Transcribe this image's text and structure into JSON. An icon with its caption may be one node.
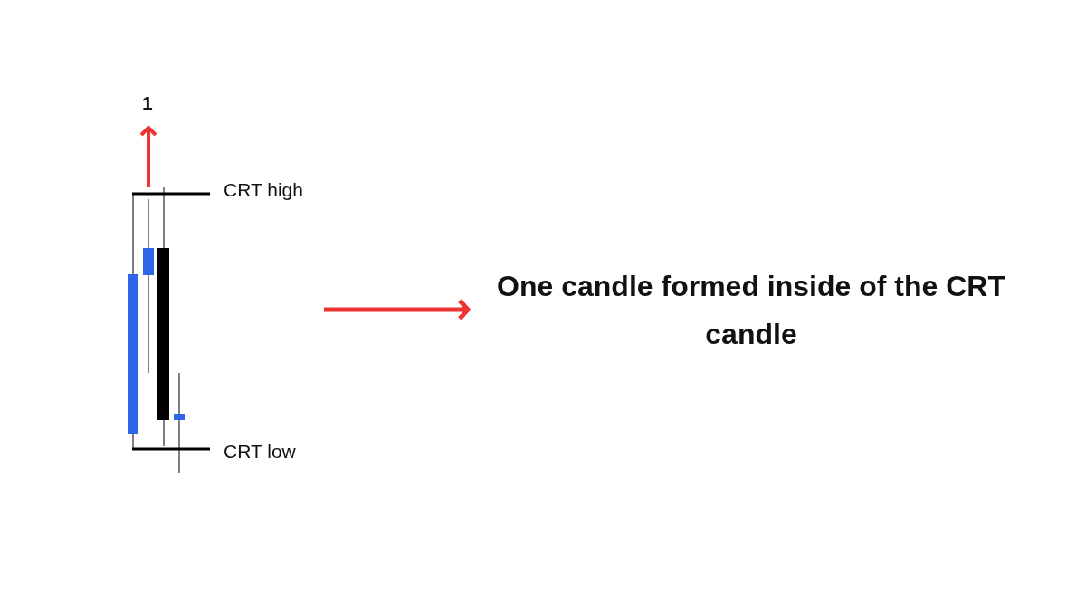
{
  "diagram": {
    "nodes": [
      {
        "text": [],
        "shape": "picture",
        "beside": [
          "CRT high",
          "CRT low"
        ]
      },
      {
        "text": [
          "One candle formed inside of the CRT candle"
        ]
      }
    ],
    "edges": [
      {
        "from": 0,
        "to": 1,
        "arrow": "to"
      }
    ],
    "labels": [
      "1"
    ]
  }
}
